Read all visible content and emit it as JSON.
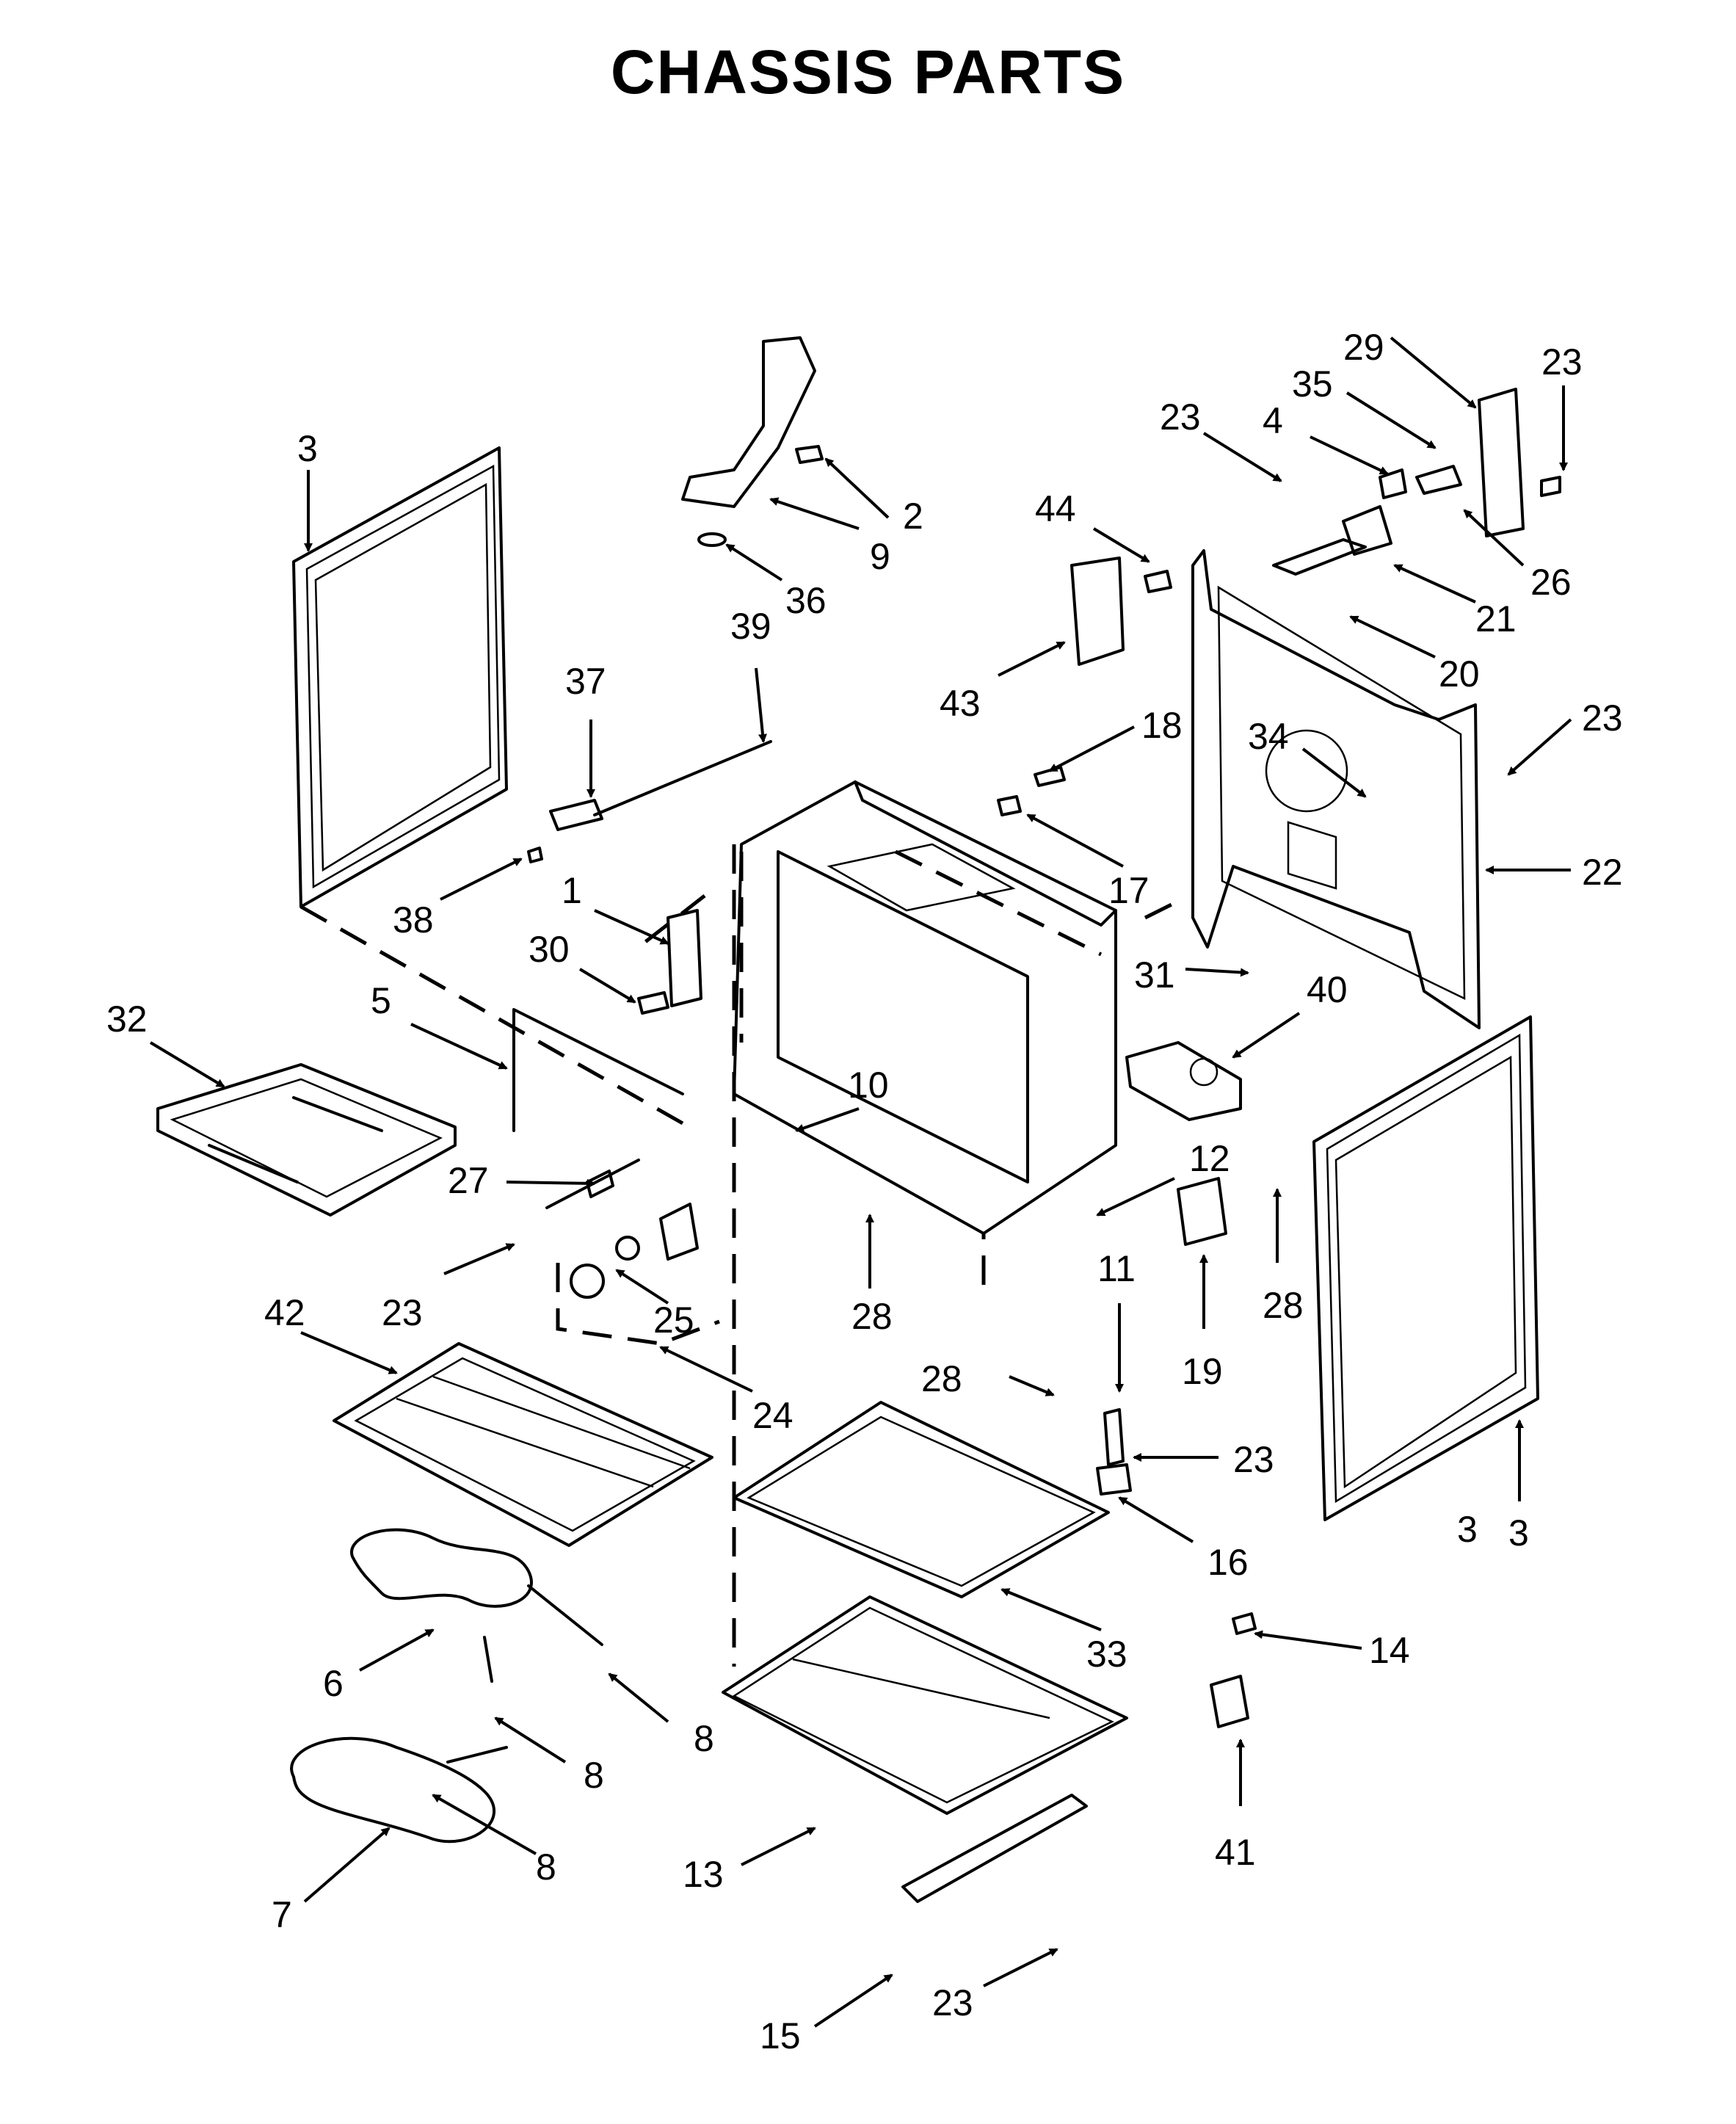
{
  "title": "CHASSIS PARTS",
  "callouts": [
    {
      "id": "c3a",
      "text": "3"
    },
    {
      "id": "c3b",
      "text": "3"
    },
    {
      "id": "c3c",
      "text": "3"
    },
    {
      "id": "c2",
      "text": "2"
    },
    {
      "id": "c9",
      "text": "9"
    },
    {
      "id": "c36",
      "text": "36"
    },
    {
      "id": "c39",
      "text": "39"
    },
    {
      "id": "c37",
      "text": "37"
    },
    {
      "id": "c38",
      "text": "38"
    },
    {
      "id": "c1",
      "text": "1"
    },
    {
      "id": "c30",
      "text": "30"
    },
    {
      "id": "c32",
      "text": "32"
    },
    {
      "id": "c5",
      "text": "5"
    },
    {
      "id": "c10",
      "text": "10"
    },
    {
      "id": "c27",
      "text": "27"
    },
    {
      "id": "c23a",
      "text": "23"
    },
    {
      "id": "c25",
      "text": "25"
    },
    {
      "id": "c28a",
      "text": "28"
    },
    {
      "id": "c24",
      "text": "24"
    },
    {
      "id": "c42",
      "text": "42"
    },
    {
      "id": "c6",
      "text": "6"
    },
    {
      "id": "c8a",
      "text": "8"
    },
    {
      "id": "c8b",
      "text": "8"
    },
    {
      "id": "c8c",
      "text": "8"
    },
    {
      "id": "c7",
      "text": "7"
    },
    {
      "id": "c13",
      "text": "13"
    },
    {
      "id": "c15",
      "text": "15"
    },
    {
      "id": "c23b",
      "text": "23"
    },
    {
      "id": "c33",
      "text": "33"
    },
    {
      "id": "c28b",
      "text": "28"
    },
    {
      "id": "c11",
      "text": "11"
    },
    {
      "id": "c23c",
      "text": "23"
    },
    {
      "id": "c16",
      "text": "16"
    },
    {
      "id": "c12",
      "text": "12"
    },
    {
      "id": "c19",
      "text": "19"
    },
    {
      "id": "c28c",
      "text": "28"
    },
    {
      "id": "c14",
      "text": "14"
    },
    {
      "id": "c41",
      "text": "41"
    },
    {
      "id": "c44",
      "text": "44"
    },
    {
      "id": "c43",
      "text": "43"
    },
    {
      "id": "c18",
      "text": "18"
    },
    {
      "id": "c17",
      "text": "17"
    },
    {
      "id": "c31",
      "text": "31"
    },
    {
      "id": "c40",
      "text": "40"
    },
    {
      "id": "c34",
      "text": "34"
    },
    {
      "id": "c22",
      "text": "22"
    },
    {
      "id": "c23d",
      "text": "23"
    },
    {
      "id": "c20",
      "text": "20"
    },
    {
      "id": "c21",
      "text": "21"
    },
    {
      "id": "c26",
      "text": "26"
    },
    {
      "id": "c23e",
      "text": "23"
    },
    {
      "id": "c4",
      "text": "4"
    },
    {
      "id": "c35",
      "text": "35"
    },
    {
      "id": "c29",
      "text": "29"
    },
    {
      "id": "c23f",
      "text": "23"
    }
  ]
}
